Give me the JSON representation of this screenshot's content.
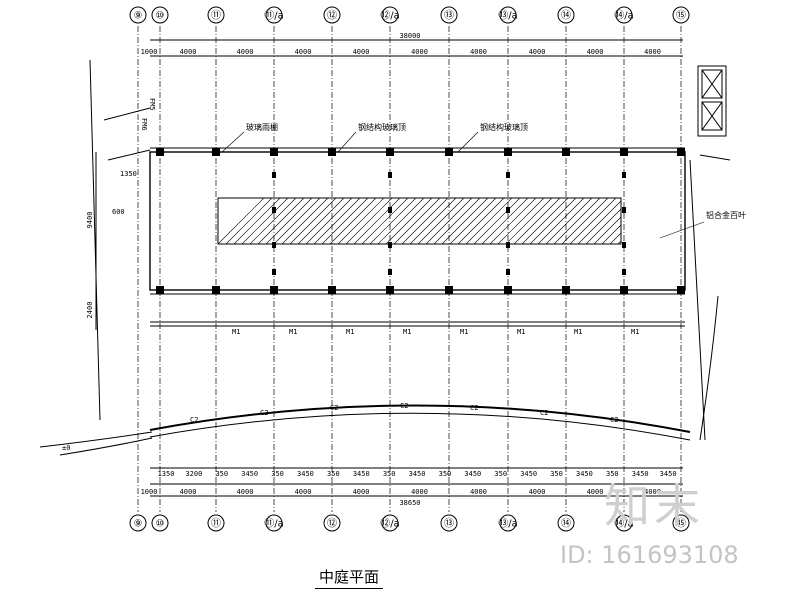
{
  "drawing": {
    "title": "中庭平面",
    "top_axes": [
      "⑨",
      "⑩",
      "⑪",
      "⑪/a",
      "⑫",
      "⑫/a",
      "⑬",
      "⑬/a",
      "⑭",
      "⑭/a",
      "⑮"
    ],
    "bottom_axes": [
      "⑨",
      "⑩",
      "⑪",
      "⑪/a",
      "⑫",
      "⑫/a",
      "⑬",
      "⑬/a",
      "⑭",
      "⑭/a",
      "⑮"
    ],
    "top_total_dim": "38000",
    "top_dims": [
      "1000",
      "4000",
      "4000",
      "4000",
      "4000",
      "4000",
      "4000",
      "4000",
      "4000",
      "4000"
    ],
    "bottom_total_dim": "38650",
    "bottom_dims": [
      "1000",
      "4000",
      "4000",
      "4000",
      "4000",
      "4000",
      "4000",
      "4000",
      "4000",
      "4000"
    ],
    "bottom_sub_dims": [
      "1350",
      "3200",
      "350",
      "3450",
      "350",
      "3450",
      "350",
      "3450",
      "350",
      "3450",
      "350",
      "3450",
      "350",
      "3450",
      "350",
      "3450",
      "350",
      "3450",
      "3450"
    ],
    "left_dims": [
      "9400",
      "2400"
    ],
    "annotations": {
      "left_a": "玻璃雨棚",
      "center_a": "钢结构玻璃顶",
      "center_b": "钢结构玻璃顶",
      "right_a": "铝合金百叶"
    },
    "door_tags": [
      "M1",
      "M1",
      "M1",
      "M1",
      "M1",
      "M1",
      "M1",
      "M1"
    ],
    "window_tags": [
      "C2",
      "C2",
      "C2",
      "C2",
      "C2",
      "C2",
      "C2"
    ],
    "side_tags": [
      "FM5",
      "FM6",
      "1350",
      "600"
    ],
    "elevation_tag": "±0"
  },
  "watermark": {
    "logo": "知末",
    "id": "ID: 161693108"
  }
}
